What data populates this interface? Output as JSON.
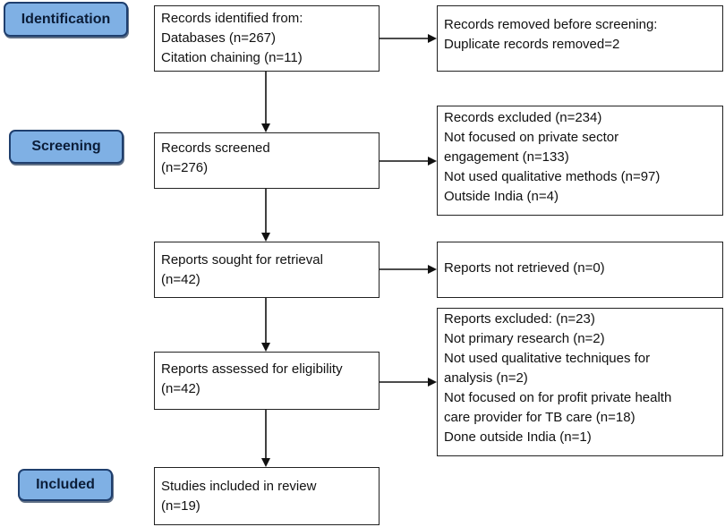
{
  "stages": {
    "identification": "Identification",
    "screening": "Screening",
    "included": "Included"
  },
  "boxes": {
    "identified": [
      "Records identified from:",
      "Databases (n=267)",
      "Citation chaining (n=11)"
    ],
    "removed": [
      "Records removed before screening:",
      "Duplicate records removed=2"
    ],
    "screened": [
      "Records screened",
      "(n=276)"
    ],
    "excluded": [
      "Records excluded (n=234)",
      "Not focused on private sector",
      "engagement (n=133)",
      "Not used qualitative methods (n=97)",
      "Outside India (n=4)"
    ],
    "sought": [
      "Reports sought for retrieval",
      "(n=42)"
    ],
    "not_retrieved": [
      "Reports not retrieved (n=0)"
    ],
    "assessed": [
      "Reports assessed for eligibility",
      "(n=42)"
    ],
    "reports_excluded": [
      "Reports excluded: (n=23)",
      "Not primary research (n=2)",
      "Not used qualitative techniques for",
      "analysis (n=2)",
      "Not focused on for profit private health",
      "care provider for TB care (n=18)",
      "Done outside India (n=1)"
    ],
    "included": [
      "Studies included in review",
      "(n=19)"
    ]
  }
}
